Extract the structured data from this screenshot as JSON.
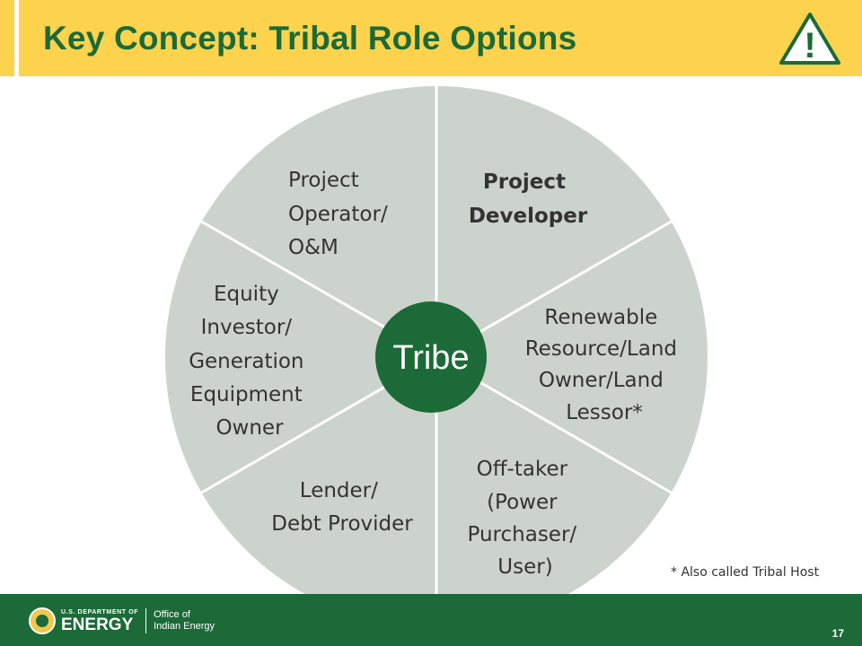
{
  "title": "Key Concept: Tribal Role Options",
  "warning_symbol": "!",
  "hub": "Tribe",
  "segments": [
    {
      "lines": [
        "Project",
        "Developer"
      ]
    },
    {
      "lines": [
        "Renewable",
        "Resource/Land",
        "Owner/Land",
        "Lessor*"
      ]
    },
    {
      "lines": [
        "Off-taker",
        "(Power",
        "Purchaser/",
        "User)"
      ]
    },
    {
      "lines": [
        "Lender/",
        "Debt Provider"
      ]
    },
    {
      "lines": [
        "Equity",
        "Investor/",
        "Generation",
        "Equipment",
        "Owner"
      ]
    },
    {
      "lines": [
        "Project",
        "Operator/",
        "O&M"
      ]
    }
  ],
  "footnote": "* Also called Tribal Host",
  "footer": {
    "agency_small": "U.S. DEPARTMENT OF",
    "agency_big": "ENERGY",
    "office_line1": "Office of",
    "office_line2": "Indian Energy",
    "page_number": "17"
  },
  "colors": {
    "title_bar": "#fdd34d",
    "title_text": "#1b6a37",
    "wheel": "#ccd3cc",
    "hub": "#1b6a37",
    "footer": "#1b6a37",
    "divider": "#ffffff"
  }
}
